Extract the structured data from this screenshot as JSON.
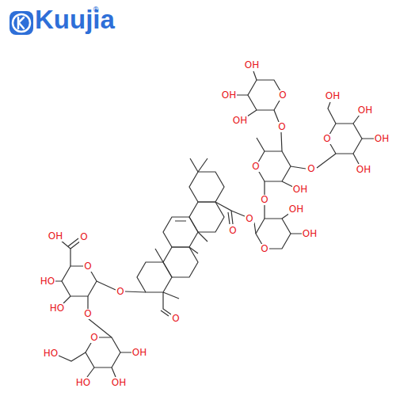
{
  "diagram": {
    "labels": [
      "Kuujia",
      "®",
      "O",
      "OH",
      "O",
      "HO",
      "HO",
      "O",
      "O",
      "O",
      "HO",
      "HO",
      "OH",
      "OH",
      "O",
      "O",
      "O",
      "O",
      "O",
      "OH",
      "OH",
      "O",
      "OH",
      "O",
      "O",
      "O",
      "OH",
      "OH",
      "OH",
      "O",
      "OH",
      "OH",
      "OH",
      "OH"
    ]
  }
}
